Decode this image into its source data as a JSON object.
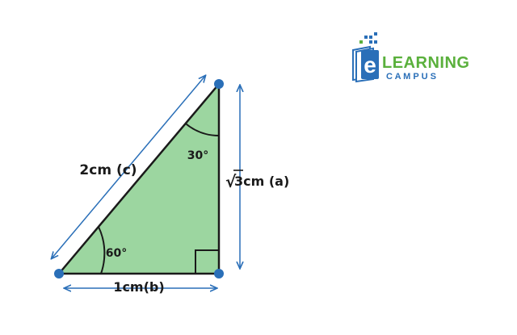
{
  "diagram": {
    "labels": {
      "hypotenuse": "2cm (c)",
      "vertical_side": "3cm (a)",
      "vertical_side_radical": "√",
      "base": "1cm(b)",
      "angle_top": "30°",
      "angle_bottom": "60°"
    },
    "colors": {
      "fill": "#9cd6a0",
      "stroke": "#1a1a1a",
      "accent": "#2a6fb8",
      "vertex": "#2a6fb8"
    }
  },
  "logo": {
    "letter": "e",
    "line1": "LEARNING",
    "line2": "C A M P U S",
    "colors": {
      "green": "#5ab03c",
      "blue": "#2a6fb8"
    }
  }
}
